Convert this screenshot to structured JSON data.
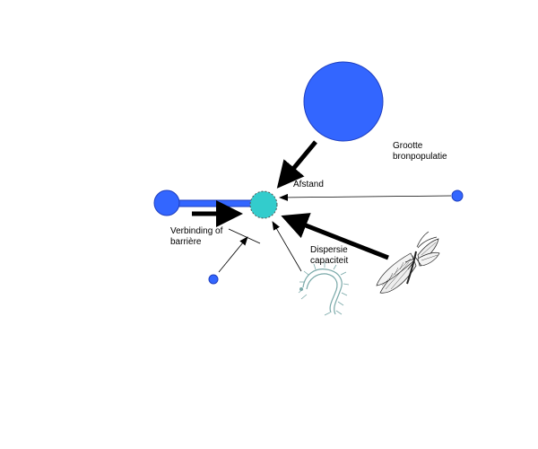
{
  "labels": {
    "source_size_line1": "Grootte",
    "source_size_line2": "bronpopulatie",
    "distance": "Afstand",
    "connection_line1": "Verbinding of",
    "connection_line2": "barrière",
    "dispersal_line1": "Dispersie",
    "dispersal_line2": "capaciteit"
  },
  "colors": {
    "population_fill": "#3366ff",
    "population_stroke": "#1f3fbf",
    "target_fill": "#33cccc",
    "arrow": "#000000"
  },
  "icons": {
    "larva": "caterpillar-larva-icon",
    "adult": "winged-insect-icon"
  }
}
